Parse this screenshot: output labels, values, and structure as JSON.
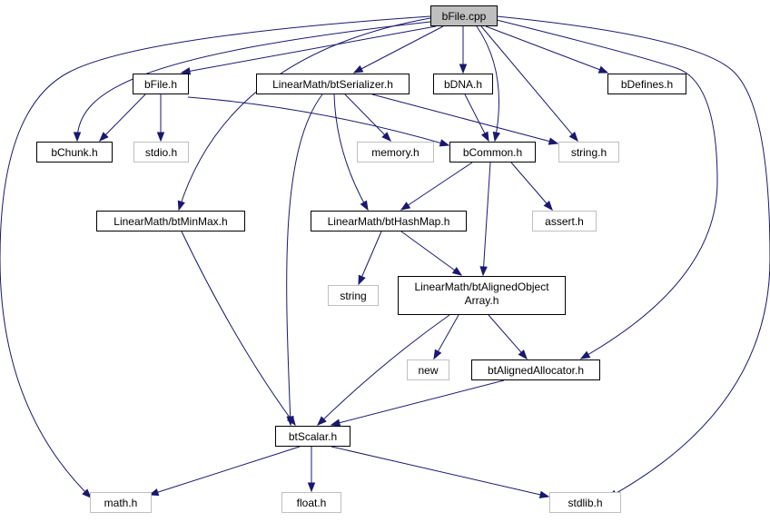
{
  "colors": {
    "edge": "#191970",
    "node_border": "#000000",
    "node_border_external": "#bfbfbf",
    "node_fill": "#ffffff",
    "root_fill": "#bfbfbf",
    "label_external": "#7f7f7f"
  },
  "nodes": [
    {
      "id": "bfile_cpp",
      "lines": [
        "bFile.cpp"
      ],
      "kind": "root"
    },
    {
      "id": "bfile_h",
      "lines": [
        "bFile.h"
      ],
      "kind": "local"
    },
    {
      "id": "btserializer_h",
      "lines": [
        "LinearMath/btSerializer.h"
      ],
      "kind": "local"
    },
    {
      "id": "bdna_h",
      "lines": [
        "bDNA.h"
      ],
      "kind": "local"
    },
    {
      "id": "bdefines_h",
      "lines": [
        "bDefines.h"
      ],
      "kind": "local"
    },
    {
      "id": "bchunk_h",
      "lines": [
        "bChunk.h"
      ],
      "kind": "local"
    },
    {
      "id": "stdio_h",
      "lines": [
        "stdio.h"
      ],
      "kind": "external"
    },
    {
      "id": "memory_h",
      "lines": [
        "memory.h"
      ],
      "kind": "external"
    },
    {
      "id": "bcommon_h",
      "lines": [
        "bCommon.h"
      ],
      "kind": "local"
    },
    {
      "id": "string_h",
      "lines": [
        "string.h"
      ],
      "kind": "external"
    },
    {
      "id": "btminmax_h",
      "lines": [
        "LinearMath/btMinMax.h"
      ],
      "kind": "local"
    },
    {
      "id": "bthashmap_h",
      "lines": [
        "LinearMath/btHashMap.h"
      ],
      "kind": "local"
    },
    {
      "id": "assert_h",
      "lines": [
        "assert.h"
      ],
      "kind": "external"
    },
    {
      "id": "string",
      "lines": [
        "string"
      ],
      "kind": "external"
    },
    {
      "id": "btalignedobjectarray_h",
      "lines": [
        "LinearMath/btAlignedObject",
        "Array.h"
      ],
      "kind": "local"
    },
    {
      "id": "new",
      "lines": [
        "new"
      ],
      "kind": "external"
    },
    {
      "id": "btalignedallocator_h",
      "lines": [
        "btAlignedAllocator.h"
      ],
      "kind": "local"
    },
    {
      "id": "btscalar_h",
      "lines": [
        "btScalar.h"
      ],
      "kind": "local"
    },
    {
      "id": "math_h",
      "lines": [
        "math.h"
      ],
      "kind": "external"
    },
    {
      "id": "float_h",
      "lines": [
        "float.h"
      ],
      "kind": "external"
    },
    {
      "id": "stdlib_h",
      "lines": [
        "stdlib.h"
      ],
      "kind": "external"
    }
  ],
  "edges": [
    {
      "from": "bfile_cpp",
      "to": "bfile_h"
    },
    {
      "from": "bfile_cpp",
      "to": "btserializer_h"
    },
    {
      "from": "bfile_cpp",
      "to": "bdna_h"
    },
    {
      "from": "bfile_cpp",
      "to": "bdefines_h"
    },
    {
      "from": "bfile_cpp",
      "to": "bchunk_h"
    },
    {
      "from": "bfile_cpp",
      "to": "bcommon_h"
    },
    {
      "from": "bfile_cpp",
      "to": "string_h"
    },
    {
      "from": "bfile_cpp",
      "to": "btminmax_h"
    },
    {
      "from": "bfile_cpp",
      "to": "btalignedallocator_h"
    },
    {
      "from": "bfile_cpp",
      "to": "math_h"
    },
    {
      "from": "bfile_cpp",
      "to": "stdlib_h"
    },
    {
      "from": "bfile_h",
      "to": "bchunk_h"
    },
    {
      "from": "bfile_h",
      "to": "stdio_h"
    },
    {
      "from": "bfile_h",
      "to": "bcommon_h"
    },
    {
      "from": "btserializer_h",
      "to": "memory_h"
    },
    {
      "from": "btserializer_h",
      "to": "string_h"
    },
    {
      "from": "btserializer_h",
      "to": "bthashmap_h"
    },
    {
      "from": "btserializer_h",
      "to": "btscalar_h"
    },
    {
      "from": "bdna_h",
      "to": "bcommon_h"
    },
    {
      "from": "bcommon_h",
      "to": "bthashmap_h"
    },
    {
      "from": "bcommon_h",
      "to": "assert_h"
    },
    {
      "from": "bcommon_h",
      "to": "btalignedobjectarray_h"
    },
    {
      "from": "btminmax_h",
      "to": "btscalar_h"
    },
    {
      "from": "bthashmap_h",
      "to": "string"
    },
    {
      "from": "bthashmap_h",
      "to": "btalignedobjectarray_h"
    },
    {
      "from": "btalignedobjectarray_h",
      "to": "new"
    },
    {
      "from": "btalignedobjectarray_h",
      "to": "btalignedallocator_h"
    },
    {
      "from": "btalignedobjectarray_h",
      "to": "btscalar_h"
    },
    {
      "from": "btalignedallocator_h",
      "to": "btscalar_h"
    },
    {
      "from": "btscalar_h",
      "to": "math_h"
    },
    {
      "from": "btscalar_h",
      "to": "float_h"
    },
    {
      "from": "btscalar_h",
      "to": "stdlib_h"
    }
  ]
}
